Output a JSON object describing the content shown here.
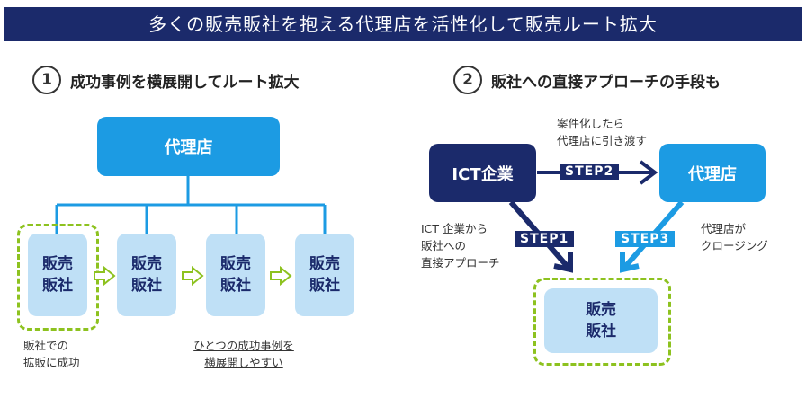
{
  "banner": {
    "title": "多くの販売販社を抱える代理店を活性化して販売ルート拡大"
  },
  "left": {
    "number": "1",
    "title": "成功事例を横展開してルート拡大",
    "agency": "代理店",
    "resellers": [
      {
        "line1": "販売",
        "line2": "販社"
      },
      {
        "line1": "販売",
        "line2": "販社"
      },
      {
        "line1": "販売",
        "line2": "販社"
      },
      {
        "line1": "販売",
        "line2": "販社"
      }
    ],
    "note_success": [
      "販社での",
      "拡販に成功"
    ],
    "note_expand": [
      "ひとつの成功事例を",
      "横展開しやすい"
    ]
  },
  "right": {
    "number": "2",
    "title": "販社への直接アプローチの手段も",
    "ict": "ICT企業",
    "agency": "代理店",
    "reseller": {
      "line1": "販売",
      "line2": "販社"
    },
    "step1": "STEP1",
    "step2": "STEP2",
    "step3": "STEP3",
    "note_handover": [
      "案件化したら",
      "代理店に引き渡す"
    ],
    "note_direct": [
      "ICT 企業から",
      "販社への",
      "直接アプローチ"
    ],
    "note_closing": [
      "代理店が",
      "クロージング"
    ]
  },
  "colors": {
    "navy": "#1b2a6b",
    "blue": "#1c9be3",
    "light_blue": "#bfe0f6",
    "green": "#8dc21f"
  }
}
